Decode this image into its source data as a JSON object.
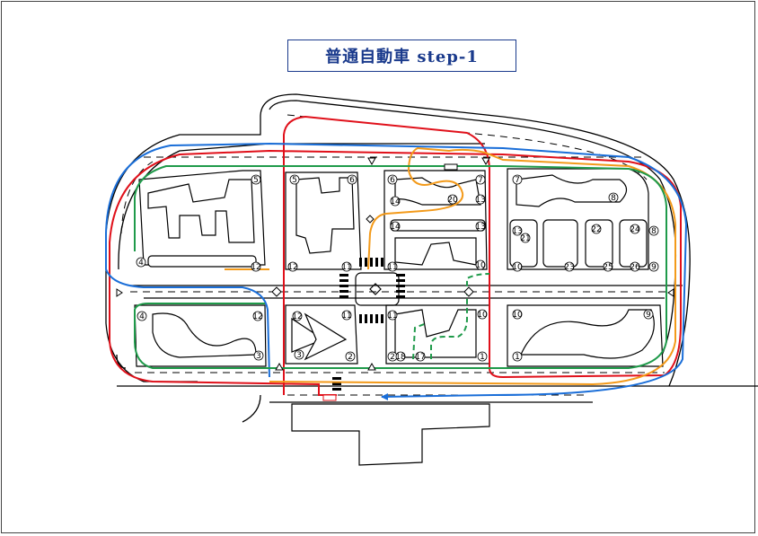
{
  "title": "普通自動車 step-1",
  "colors": {
    "title": "#1a3a8c",
    "route_red": "#e0101a",
    "route_blue": "#1a6ed8",
    "route_orange": "#f39a1a",
    "route_green": "#1f9a4a",
    "road_line": "#000000"
  },
  "markers": [
    {
      "label": "5"
    },
    {
      "label": "5"
    },
    {
      "label": "6"
    },
    {
      "label": "6"
    },
    {
      "label": "7"
    },
    {
      "label": "7"
    },
    {
      "label": "8"
    },
    {
      "label": "8"
    },
    {
      "label": "4"
    },
    {
      "label": "12"
    },
    {
      "label": "12"
    },
    {
      "label": "11"
    },
    {
      "label": "11"
    },
    {
      "label": "10"
    },
    {
      "label": "14"
    },
    {
      "label": "13"
    },
    {
      "label": "14"
    },
    {
      "label": "13"
    },
    {
      "label": "13"
    },
    {
      "label": "10"
    },
    {
      "label": "9"
    },
    {
      "label": "4"
    },
    {
      "label": "12"
    },
    {
      "label": "3"
    },
    {
      "label": "12"
    },
    {
      "label": "3"
    },
    {
      "label": "11"
    },
    {
      "label": "2"
    },
    {
      "label": "11"
    },
    {
      "label": "2"
    },
    {
      "label": "10"
    },
    {
      "label": "1"
    },
    {
      "label": "10"
    },
    {
      "label": "1"
    },
    {
      "label": "9"
    },
    {
      "label": "20"
    },
    {
      "label": "21"
    },
    {
      "label": "22"
    },
    {
      "label": "23"
    },
    {
      "label": "24"
    },
    {
      "label": "25"
    },
    {
      "label": "26"
    },
    {
      "label": "18"
    },
    {
      "label": "17"
    }
  ]
}
